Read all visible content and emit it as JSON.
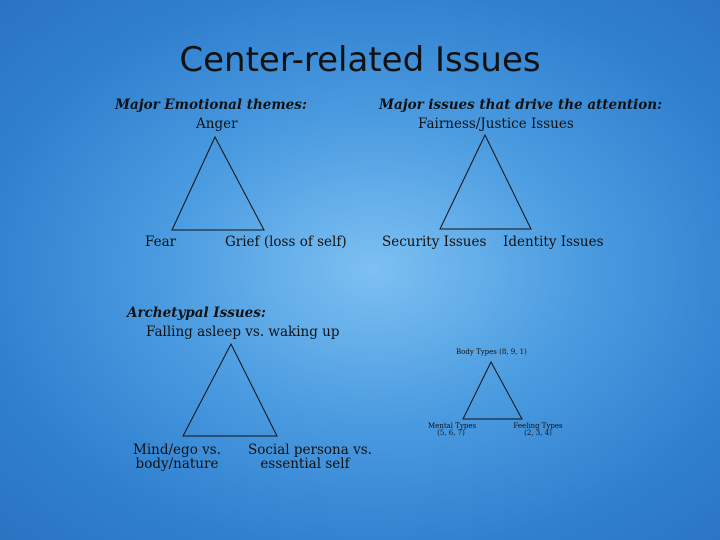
{
  "slide": {
    "title": "Center-related Issues"
  },
  "emotional": {
    "header": "Major Emotional themes:",
    "top": "Anger",
    "left": "Fear",
    "right": "Grief (loss of self)"
  },
  "attention": {
    "header": "Major issues that drive the attention:",
    "top": "Fairness/Justice Issues",
    "left": "Security Issues",
    "right": "Identity Issues"
  },
  "archetypal": {
    "header": "Archetypal Issues:",
    "top": "Falling asleep vs. waking up",
    "left_line1": "Mind/ego vs.",
    "left_line2": "body/nature",
    "right_line1": "Social persona vs.",
    "right_line2": "essential self"
  },
  "types": {
    "top": "Body Types (8, 9, 1)",
    "left_line1": "Mental Types",
    "left_line2": "(5, 6, 7)",
    "right_line1": "Feeling Types",
    "right_line2": "(2, 3, 4)"
  },
  "colors": {
    "background_center": "#7dc0f2",
    "background_edge": "#2a74c2",
    "ink": "#111111"
  }
}
